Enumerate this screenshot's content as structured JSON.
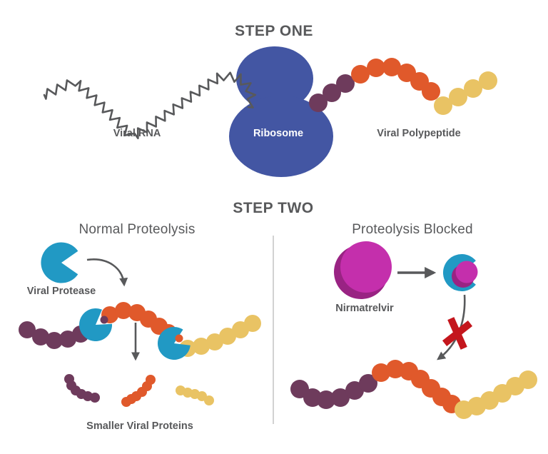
{
  "palette": {
    "purple": "#6E3B5C",
    "orange": "#E0592B",
    "yellow": "#E9C364",
    "blue": "#4356A3",
    "cyan": "#2199C4",
    "magenta": "#C42FAC",
    "magenta_dark": "#992383",
    "red": "#C4161D",
    "gray": "#58595B",
    "divider": "#D2D2D2",
    "white": "#FFFFFF"
  },
  "step_one": {
    "title": "STEP ONE",
    "labels": {
      "viral_rna": "Viral RNA",
      "ribosome": "Ribosome",
      "viral_polypeptide": "Viral Polypeptide"
    }
  },
  "step_two": {
    "title": "STEP TWO",
    "left": {
      "heading": "Normal Proteolysis",
      "protease_label": "Viral Protease",
      "products_label": "Smaller Viral Proteins"
    },
    "right": {
      "heading": "Proteolysis Blocked",
      "drug_label": "Nirmatrelvir"
    }
  }
}
